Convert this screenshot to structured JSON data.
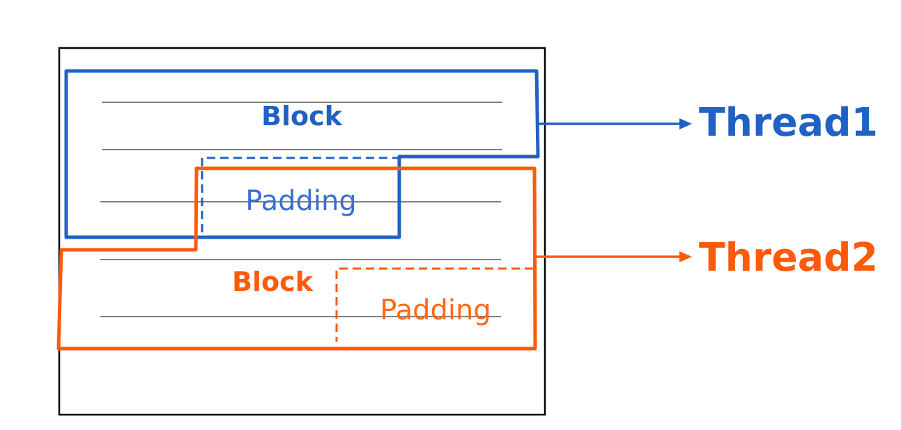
{
  "colors": {
    "thread1": "#1f62c4",
    "thread2": "#ff5a0a",
    "padding1_text": "#3a6fd0",
    "padding2_text": "#ff6a1a",
    "frame": "#000000"
  },
  "threads": [
    {
      "name": "Thread1",
      "block_label": "Block",
      "padding_label": "Padding"
    },
    {
      "name": "Thread2",
      "block_label": "Block",
      "padding_label": "Padding"
    }
  ]
}
